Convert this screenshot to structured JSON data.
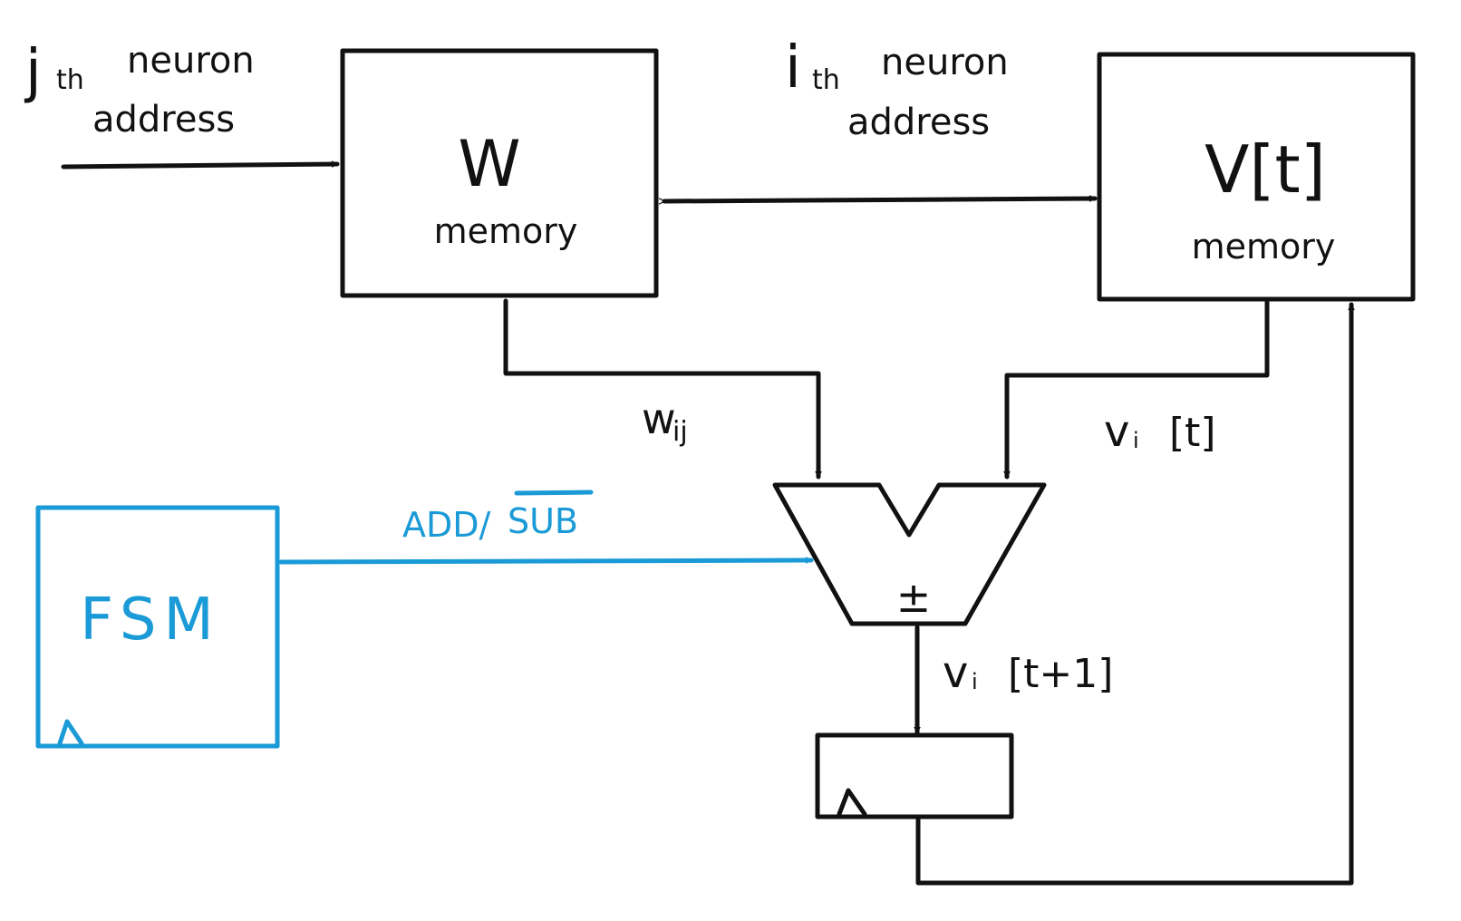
{
  "colors": {
    "ink": "#111111",
    "fsm": "#1a9ad6"
  },
  "inputs": {
    "j_address_sym": "j",
    "j_address_sub": "th",
    "j_address_line1": "neuron",
    "j_address_line2": "address",
    "i_address_sym": "i",
    "i_address_sub": "th",
    "i_address_line1": "neuron",
    "i_address_line2": "address"
  },
  "w_memory": {
    "symbol": "W",
    "label": "memory"
  },
  "v_memory": {
    "symbol": "V[t]",
    "label": "memory"
  },
  "signals": {
    "wij_main": "w",
    "wij_sub": "ij",
    "vi_t_main": "v",
    "vi_t_sub": "i",
    "vi_t_index": "[t]",
    "vi_t1_main": "v",
    "vi_t1_sub": "i",
    "vi_t1_index": "[t+1]",
    "add_sub_add": "ADD/",
    "add_sub_sub": "SUB"
  },
  "alu": {
    "op": "±"
  },
  "fsm": {
    "label": "FSM"
  }
}
